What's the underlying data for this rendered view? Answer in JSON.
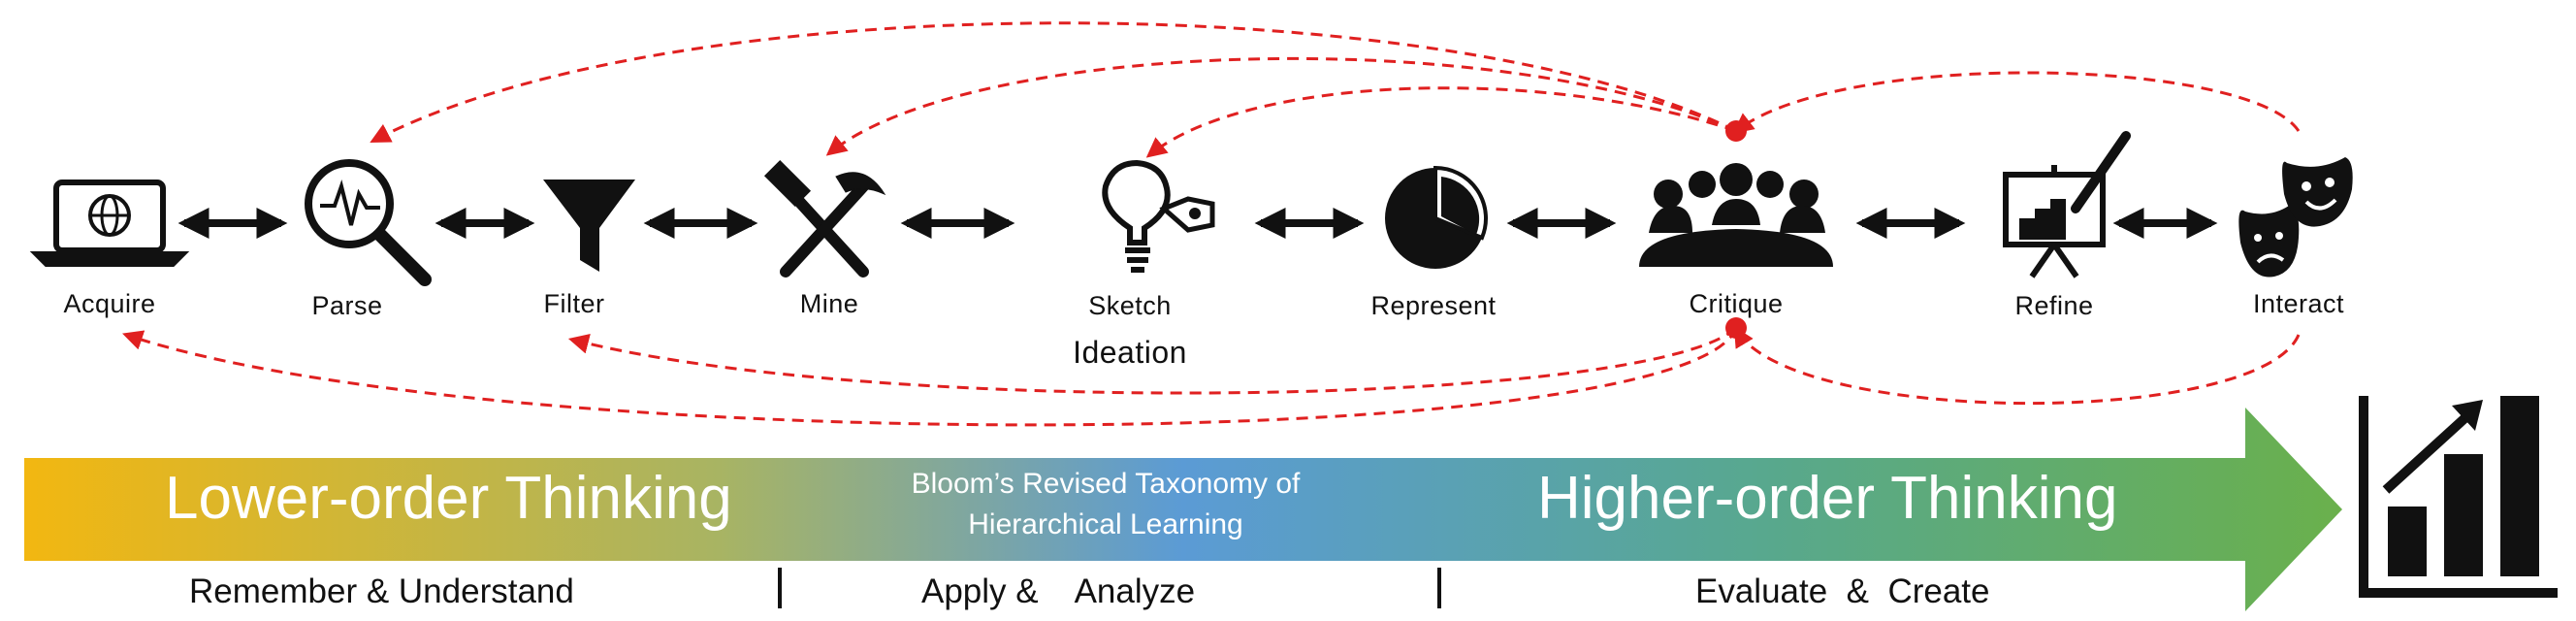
{
  "stages": [
    {
      "label": "Acquire",
      "icon": "laptop-globe-icon"
    },
    {
      "label": "Parse",
      "icon": "magnifier-signal-icon"
    },
    {
      "label": "Filter",
      "icon": "funnel-icon"
    },
    {
      "label": "Mine",
      "icon": "hammer-pickaxe-icon"
    },
    {
      "label": "Sketch",
      "sublabel": "Ideation",
      "icon": "lightbulb-tag-icon"
    },
    {
      "label": "Represent",
      "icon": "pie-chart-icon"
    },
    {
      "label": "Critique",
      "icon": "people-meeting-icon"
    },
    {
      "label": "Refine",
      "icon": "presentation-board-icon"
    },
    {
      "label": "Interact",
      "icon": "theater-masks-icon"
    }
  ],
  "band": {
    "left_text": "Lower-order Thinking",
    "center_line1": "Bloom’s Revised Taxonomy of",
    "center_line2": "Hierarchical Learning",
    "right_text": "Higher-order Thinking",
    "colors": [
      "#f2b711",
      "#5b9bd5",
      "#6ab04c"
    ]
  },
  "phases": [
    {
      "label": "Remember & Understand"
    },
    {
      "label": "Apply &    Analyze"
    },
    {
      "label": "Evaluate  &  Create"
    }
  ],
  "colors": {
    "feedback_arrow": "#e02020",
    "icon": "#111111"
  },
  "end_icon": "growth-chart-icon"
}
